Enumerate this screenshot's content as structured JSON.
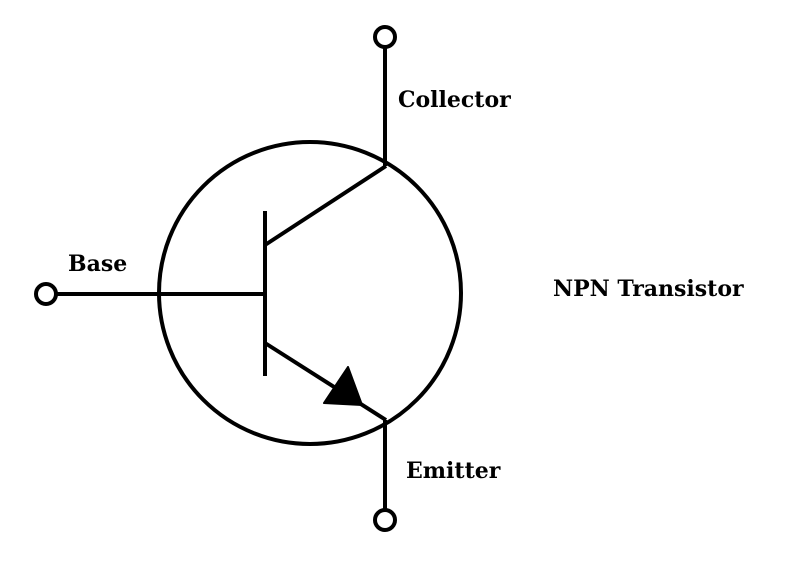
{
  "diagram": {
    "title": "NPN Transistor",
    "terminals": {
      "collector": "Collector",
      "base": "Base",
      "emitter": "Emitter"
    },
    "colors": {
      "stroke": "#000000",
      "background": "#ffffff"
    }
  }
}
